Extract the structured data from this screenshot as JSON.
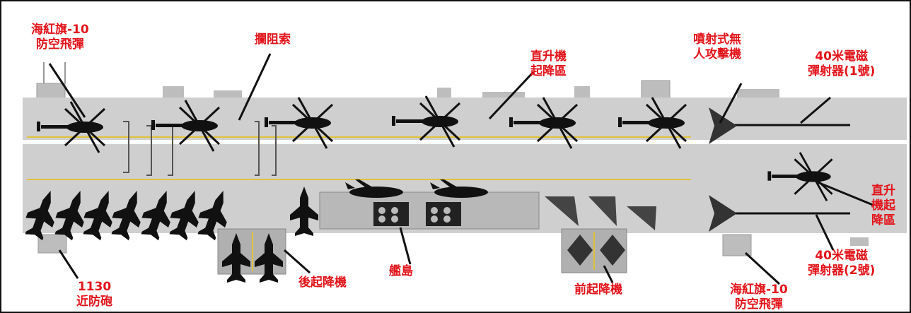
{
  "colors": {
    "label": "#e3141b",
    "deck": "#cfcfcf",
    "centerline": "#ffffff",
    "guide_line": "#e0c23a",
    "aircraft": "#111111",
    "leader": "#111111"
  },
  "labels": {
    "sam_top": {
      "line1": "海紅旗-10",
      "line2": "防空飛彈"
    },
    "arresting": {
      "line1": "攔阻索"
    },
    "helipad_top": {
      "line1": "直升機",
      "line2": "起降區"
    },
    "drone": {
      "line1": "噴射式無",
      "line2": "人攻擊機"
    },
    "catapult1": {
      "line1": "40米電磁",
      "line2": "彈射器(1號)"
    },
    "helipad_right": {
      "line1": "直升",
      "line2": "機起",
      "line3": "降區"
    },
    "catapult2": {
      "line1": "40米電磁",
      "line2": "彈射器(2號)"
    },
    "ciws": {
      "line1": "1130",
      "line2": "近防砲"
    },
    "aft_elevator": {
      "line1": "後起降機"
    },
    "island": {
      "line1": "艦島"
    },
    "fwd_elevator": {
      "line1": "前起降機"
    },
    "sam_bottom": {
      "line1": "海紅旗-10",
      "line2": "防空飛彈"
    }
  },
  "icons": {
    "helicopter": "helicopter-icon",
    "fighter": "fighter-jet-icon",
    "drone": "jet-drone-icon",
    "catapult": "catapult-track-icon"
  }
}
